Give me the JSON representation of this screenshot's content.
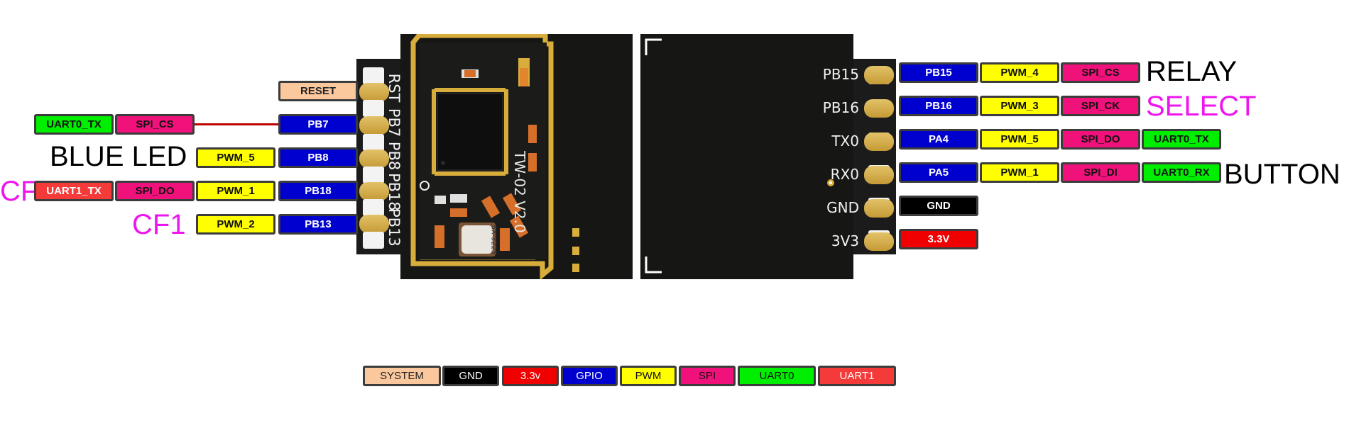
{
  "colors": {
    "system": "#fbc79d",
    "gnd": "#000000",
    "power": "#f00000",
    "gpio": "#0000ce",
    "pwm": "#ffff00",
    "spi": "#f0127a",
    "uart0": "#00ee00",
    "uart1": "#f53a3a",
    "pcb": "#161614",
    "trace_gold": "#d8ad3c",
    "function_magenta": "#ee16ee"
  },
  "left_module": {
    "board_label": "TW-02  V2.0",
    "crystal_label": "SX-3225",
    "silkscreen": [
      "RST",
      "PB7",
      "PB8",
      "PB18",
      "PB13"
    ],
    "pins": {
      "rst": {
        "tags": [
          "RESET"
        ]
      },
      "pb7": {
        "tags": [
          "UART0_TX",
          "SPI_CS",
          "PB7"
        ]
      },
      "pb8": {
        "tags": [
          "PWM_5",
          "PB8"
        ],
        "function": "BLUE LED"
      },
      "pb18": {
        "tags": [
          "UART1_TX",
          "SPI_DO",
          "PWM_1",
          "PB18"
        ],
        "function": "CF"
      },
      "pb13": {
        "tags": [
          "PWM_2",
          "PB13"
        ],
        "function": "CF1"
      }
    }
  },
  "right_module": {
    "silkscreen": [
      "PB15",
      "PB16",
      "TX0",
      "RX0",
      "GND",
      "3V3"
    ],
    "pins": {
      "pb15": {
        "tags": [
          "PB15",
          "PWM_4",
          "SPI_CS"
        ],
        "function": "RELAY"
      },
      "pb16": {
        "tags": [
          "PB16",
          "PWM_3",
          "SPI_CK"
        ],
        "function": "SELECT"
      },
      "tx0": {
        "tags": [
          "PA4",
          "PWM_5",
          "SPI_DO",
          "UART0_TX"
        ]
      },
      "rx0": {
        "tags": [
          "PA5",
          "PWM_1",
          "SPI_DI",
          "UART0_RX"
        ],
        "function": "BUTTON"
      },
      "gnd": {
        "tags": [
          "GND"
        ]
      },
      "v33": {
        "tags": [
          "3.3V"
        ]
      }
    }
  },
  "legend": [
    "SYSTEM",
    "GND",
    "3.3v",
    "GPIO",
    "PWM",
    "SPI",
    "UART0",
    "UART1"
  ]
}
